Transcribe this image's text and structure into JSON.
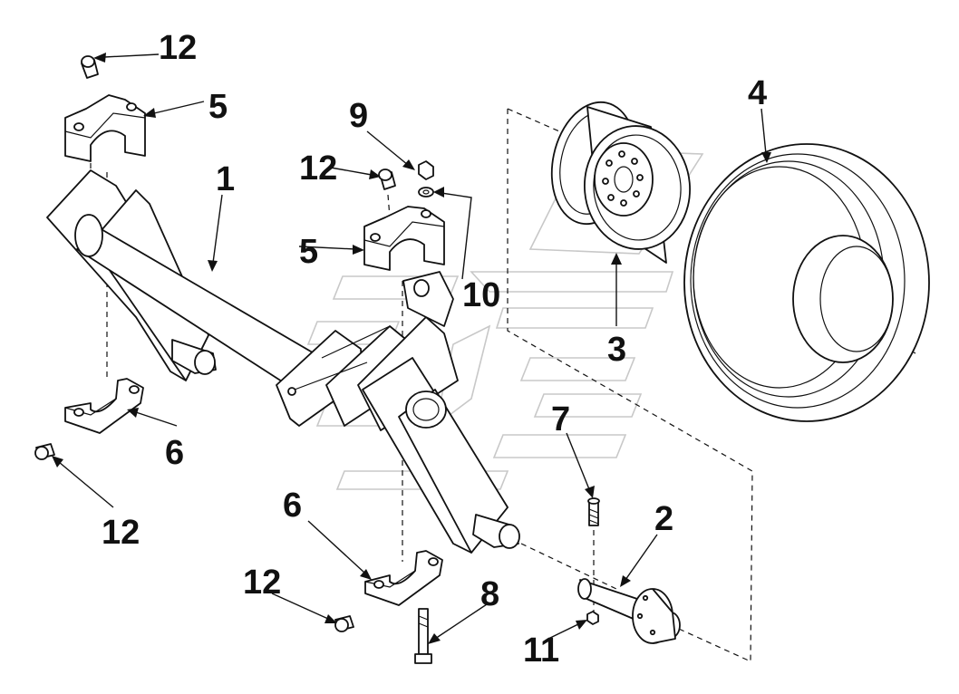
{
  "callouts": [
    {
      "label": "12"
    },
    {
      "label": "5"
    },
    {
      "label": "1"
    },
    {
      "label": "9"
    },
    {
      "label": "12"
    },
    {
      "label": "5"
    },
    {
      "label": "10"
    },
    {
      "label": "4"
    },
    {
      "label": "3"
    },
    {
      "label": "6"
    },
    {
      "label": "12"
    },
    {
      "label": "7"
    },
    {
      "label": "2"
    },
    {
      "label": "6"
    },
    {
      "label": "12"
    },
    {
      "label": "8"
    },
    {
      "label": "11"
    }
  ],
  "parts": [
    "axle-tube",
    "spindle-hub",
    "wheel-rim",
    "tire",
    "upper-clamp",
    "lower-clamp",
    "lock-nut",
    "washer",
    "grease-fitting",
    "bolt-7",
    "bolt-8",
    "small-nut"
  ]
}
